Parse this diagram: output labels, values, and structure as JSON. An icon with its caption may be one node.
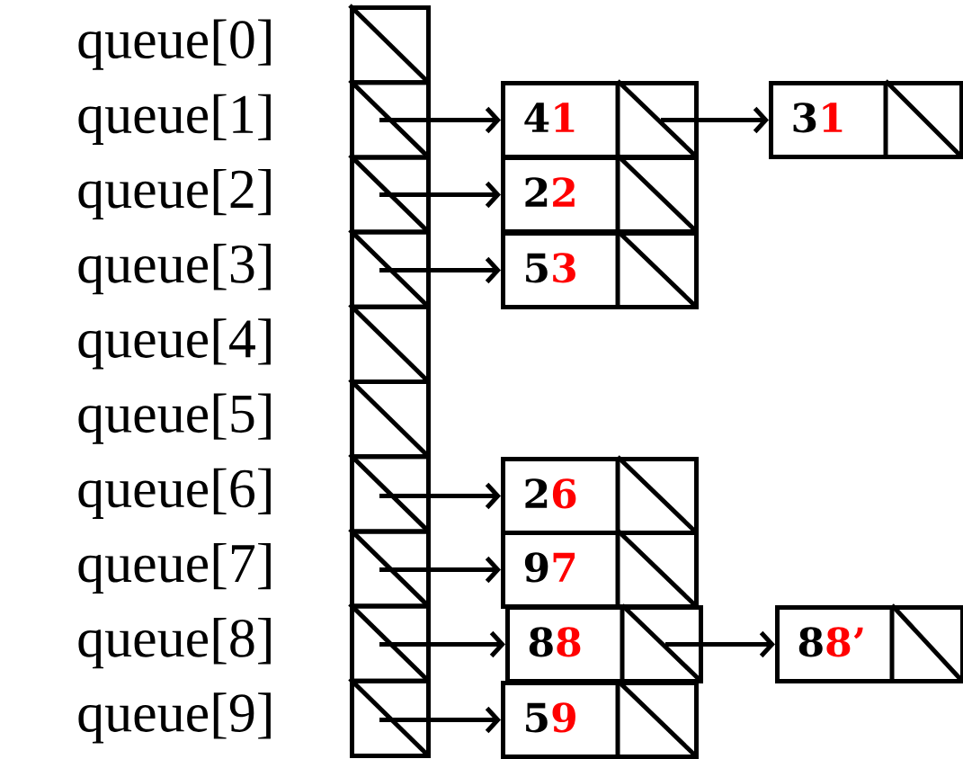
{
  "diagram": {
    "nodes": [
      {
        "text": [],
        "shape": "box",
        "beside": [
          "queue[0]"
        ]
      },
      {
        "text": [],
        "shape": "box",
        "beside": [
          "queue[1]"
        ]
      },
      {
        "text": [],
        "shape": "box",
        "beside": [
          "queue[2]"
        ]
      },
      {
        "text": [],
        "shape": "box",
        "beside": [
          "queue[3]"
        ]
      },
      {
        "text": [],
        "shape": "box",
        "beside": [
          "queue[4]"
        ]
      },
      {
        "text": [],
        "shape": "box",
        "beside": [
          "queue[5]"
        ]
      },
      {
        "text": [],
        "shape": "box",
        "beside": [
          "queue[6]"
        ]
      },
      {
        "text": [],
        "shape": "box",
        "beside": [
          "queue[7]"
        ]
      },
      {
        "text": [],
        "shape": "box",
        "beside": [
          "queue[8]"
        ]
      },
      {
        "text": [],
        "shape": "box",
        "beside": [
          "queue[9]"
        ]
      },
      {
        "text": [
          "4",
          "1"
        ]
      },
      {
        "text": [
          "3",
          "1"
        ]
      },
      {
        "text": [
          "2",
          "2"
        ]
      },
      {
        "text": [
          "5",
          "3"
        ]
      },
      {
        "text": [
          "2",
          "6"
        ]
      },
      {
        "text": [
          "9",
          "7"
        ]
      },
      {
        "text": [
          "8",
          "8"
        ]
      },
      {
        "text": [
          "8",
          "8’"
        ]
      },
      {
        "text": [
          "5",
          "9"
        ]
      }
    ],
    "edges": [
      {
        "from": 1,
        "to": 10,
        "arrow": "to"
      },
      {
        "from": 10,
        "to": 11,
        "arrow": "to"
      },
      {
        "from": 2,
        "to": 12,
        "arrow": "to"
      },
      {
        "from": 3,
        "to": 13,
        "arrow": "to"
      },
      {
        "from": 6,
        "to": 14,
        "arrow": "to"
      },
      {
        "from": 7,
        "to": 15,
        "arrow": "to"
      },
      {
        "from": 8,
        "to": 16,
        "arrow": "to"
      },
      {
        "from": 16,
        "to": 17,
        "arrow": "to"
      },
      {
        "from": 9,
        "to": 18,
        "arrow": "to"
      }
    ]
  }
}
